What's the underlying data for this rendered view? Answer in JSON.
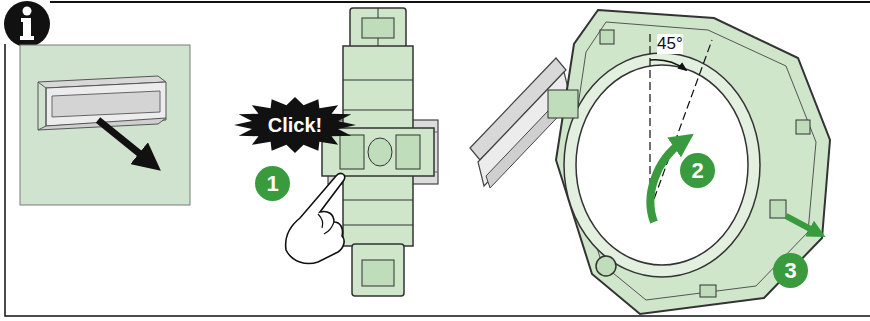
{
  "diagram": {
    "nodes": [
      {
        "text": [
          "Click!"
        ]
      },
      {
        "text": [
          "1"
        ]
      },
      {
        "text": [
          "2"
        ]
      },
      {
        "text": [
          "3"
        ]
      }
    ],
    "labels": [
      "45°"
    ]
  }
}
